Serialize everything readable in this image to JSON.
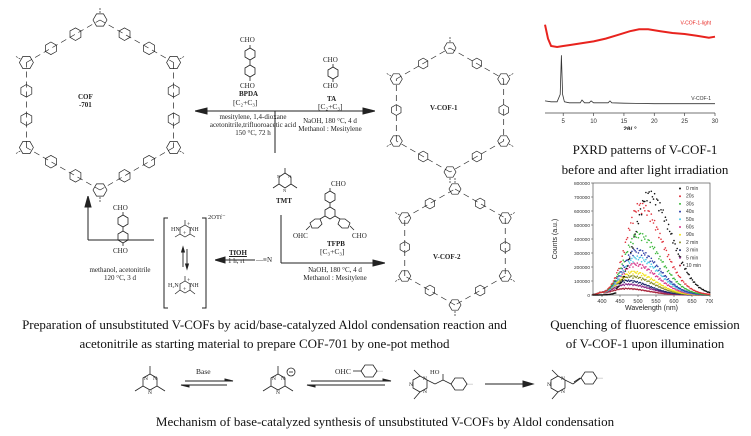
{
  "scheme": {
    "cof701": {
      "label_line1": "COF",
      "label_line2": "-701"
    },
    "vcof1": {
      "label": "V-COF-1"
    },
    "vcof2": {
      "label": "V-COF-2"
    },
    "bpda": {
      "top": "CHO",
      "bottom": "CHO",
      "name": "BPDA",
      "type": "[C₂+C₃]"
    },
    "ta": {
      "top": "CHO",
      "bottom": "CHO",
      "name": "TA",
      "type": "[C₂+C₃]"
    },
    "tfpb": {
      "top": "CHO",
      "left": "OHC",
      "right": "CHO",
      "name": "TFPB",
      "type": "[C₃+C₃]"
    },
    "tmt": {
      "name": "TMT"
    },
    "conditions_cof701": {
      "line1": "mesitylene, 1,4-dioxane",
      "line2": "acetonitrile,trifluoroacetic acid",
      "line3": "150 °C, 72 h"
    },
    "conditions_vcof1": {
      "line1": "NaOH, 180 °C, 4 d",
      "line2": "Methanol : Mesitylene"
    },
    "conditions_vcof2": {
      "line1": "NaOH, 180 °C, 4 d",
      "line2": "Methanol : Mesitylene"
    },
    "conditions_methanol": {
      "line1": "methanol, acetonitrile",
      "line2": "120 °C, 3 d"
    },
    "bpda_left": {
      "top": "CHO",
      "bottom": "CHO"
    },
    "tfoh": {
      "reagent": "TfOH",
      "cond": "1 h, rt"
    },
    "acetonitrile": {
      "formula": "—≡N"
    },
    "salt": {
      "counterion": "2OTf⁻",
      "top_left": "HN",
      "top_right": "NH",
      "bot_left": "H₂N",
      "bot_right": "NH"
    },
    "caption_left_line1": "Preparation of unsubstituted V-COFs by acid/base-catalyzed Aldol condensation reaction and",
    "caption_left_line2": "acetonitrile as starting material to prepare COF-701 by one-pot method"
  },
  "mechanism": {
    "base_label": "Base",
    "aldehyde_label": "OHC",
    "ho_label": "HO",
    "caption": "Mechanism of base-catalyzed synthesis of unsubstituted V-COFs by Aldol condensation"
  },
  "pxrd": {
    "caption_line1": "PXRD patterns of V-COF-1",
    "caption_line2": "before and after light irradiation"
  },
  "fluor": {
    "caption_line1": "Quenching of fluorescence emission",
    "caption_line2": "of V-COF-1 upon illumination"
  },
  "chart_data": [
    {
      "type": "line",
      "title": "PXRD patterns of V-COF-1 before and after light irradiation",
      "xlabel": "2θ/ °",
      "ylabel": "",
      "xlim": [
        2,
        30
      ],
      "x_ticks": [
        5,
        10,
        15,
        20,
        25,
        30
      ],
      "grid": false,
      "series": [
        {
          "name": "V-COF-1-light",
          "color": "#e8231e",
          "x": [
            2,
            2.5,
            3,
            4,
            5,
            6,
            8,
            10,
            12,
            14,
            16,
            17.5,
            19,
            21,
            23,
            25,
            27,
            29,
            30
          ],
          "y": [
            0.95,
            0.8,
            0.72,
            0.71,
            0.72,
            0.73,
            0.75,
            0.77,
            0.8,
            0.84,
            0.88,
            0.9,
            0.9,
            0.88,
            0.86,
            0.85,
            0.83,
            0.81,
            0.82
          ]
        },
        {
          "name": "V-COF-1",
          "color": "#333333",
          "x": [
            2,
            3,
            4,
            4.5,
            4.7,
            4.9,
            5.2,
            6,
            7.8,
            8.1,
            8.5,
            9.3,
            9.6,
            10,
            12.4,
            12.7,
            13,
            15,
            20,
            25,
            30
          ],
          "y": [
            0.13,
            0.12,
            0.12,
            0.2,
            0.62,
            0.2,
            0.12,
            0.11,
            0.11,
            0.14,
            0.11,
            0.11,
            0.13,
            0.11,
            0.11,
            0.13,
            0.11,
            0.105,
            0.1,
            0.1,
            0.1
          ]
        }
      ],
      "y_normalized": [
        0,
        1
      ]
    },
    {
      "type": "scatter",
      "title": "Quenching of fluorescence emission of V-COF-1 upon illumination",
      "xlabel": "Wavelength (nm)",
      "ylabel": "Counts (a.u.)",
      "xlim": [
        375,
        700
      ],
      "ylim": [
        0,
        800000
      ],
      "x_ticks": [
        400,
        450,
        500,
        550,
        600,
        650,
        700
      ],
      "y_ticks": [
        0,
        100000,
        200000,
        300000,
        400000,
        500000,
        600000,
        700000,
        800000
      ],
      "legend_position": "top-right",
      "grid": false,
      "series": [
        {
          "name": "0 min",
          "color": "#111111",
          "peak_nm": 530,
          "peak": 700000
        },
        {
          "name": "20s",
          "color": "#e0303a",
          "peak_nm": 505,
          "peak": 620000
        },
        {
          "name": "30s",
          "color": "#3cb83c",
          "peak_nm": 500,
          "peak": 420000
        },
        {
          "name": "40s",
          "color": "#2d3ea8",
          "peak_nm": 495,
          "peak": 310000
        },
        {
          "name": "50s",
          "color": "#4ec7e6",
          "peak_nm": 495,
          "peak": 260000
        },
        {
          "name": "60s",
          "color": "#d6338a",
          "peak_nm": 490,
          "peak": 215000
        },
        {
          "name": "90s",
          "color": "#f2e21a",
          "peak_nm": 485,
          "peak": 160000
        },
        {
          "name": "2 min",
          "color": "#8a8f2a",
          "peak_nm": 480,
          "peak": 130000
        },
        {
          "name": "3 min",
          "color": "#1d2a6e",
          "peak_nm": 470,
          "peak": 100000
        },
        {
          "name": "5 min",
          "color": "#8a2a8a",
          "peak_nm": 470,
          "peak": 75000
        },
        {
          "name": "10 min",
          "color": "#a8263c",
          "peak_nm": 465,
          "peak": 45000
        }
      ]
    }
  ]
}
